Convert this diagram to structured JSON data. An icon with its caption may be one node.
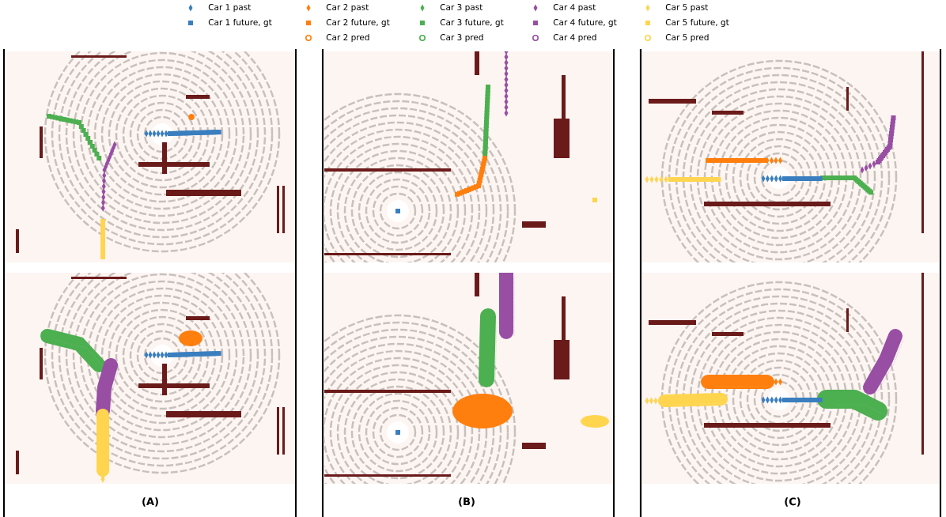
{
  "diagram": {
    "labels": [
      "(A)",
      "(B)",
      "(C)"
    ],
    "legend": [
      {
        "text": "Car 1 past",
        "color": "#3a7ebf"
      },
      {
        "text": "Car 1 future, gt",
        "color": "#3a7ebf"
      },
      {
        "text": "Car 2 past",
        "color": "#ff7f0e"
      },
      {
        "text": "Car 2 future, gt",
        "color": "#ff7f0e"
      },
      {
        "text": "Car 2 pred",
        "color": "#ff7f0e"
      },
      {
        "text": "Car 3 past",
        "color": "#4caf50"
      },
      {
        "text": "Car 3 future, gt",
        "color": "#4caf50"
      },
      {
        "text": "Car 3 pred",
        "color": "#4caf50"
      },
      {
        "text": "Car 4 past",
        "color": "#984ea3"
      },
      {
        "text": "Car 4 future, gt",
        "color": "#984ea3"
      },
      {
        "text": "Car 4 pred",
        "color": "#984ea3"
      },
      {
        "text": "Car 5 past",
        "color": "#ffd54f"
      },
      {
        "text": "Car 5 future, gt",
        "color": "#ffd54f"
      },
      {
        "text": "Car 5 pred",
        "color": "#ffd54f"
      }
    ]
  }
}
